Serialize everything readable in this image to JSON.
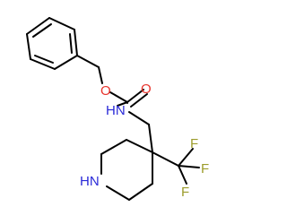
{
  "molecule": {
    "atoms": {
      "oxygen_ester": "O",
      "oxygen_carbonyl": "O",
      "nitrogen_amide": "HN",
      "nitrogen_ring": "HN",
      "fluorine_top": "F",
      "fluorine_right": "F",
      "fluorine_bottom": "F"
    },
    "colors": {
      "bond": "#000000",
      "oxygen": "#e8322a",
      "nitrogen": "#2a2ad8",
      "fluorine": "#9c9c2c"
    }
  }
}
